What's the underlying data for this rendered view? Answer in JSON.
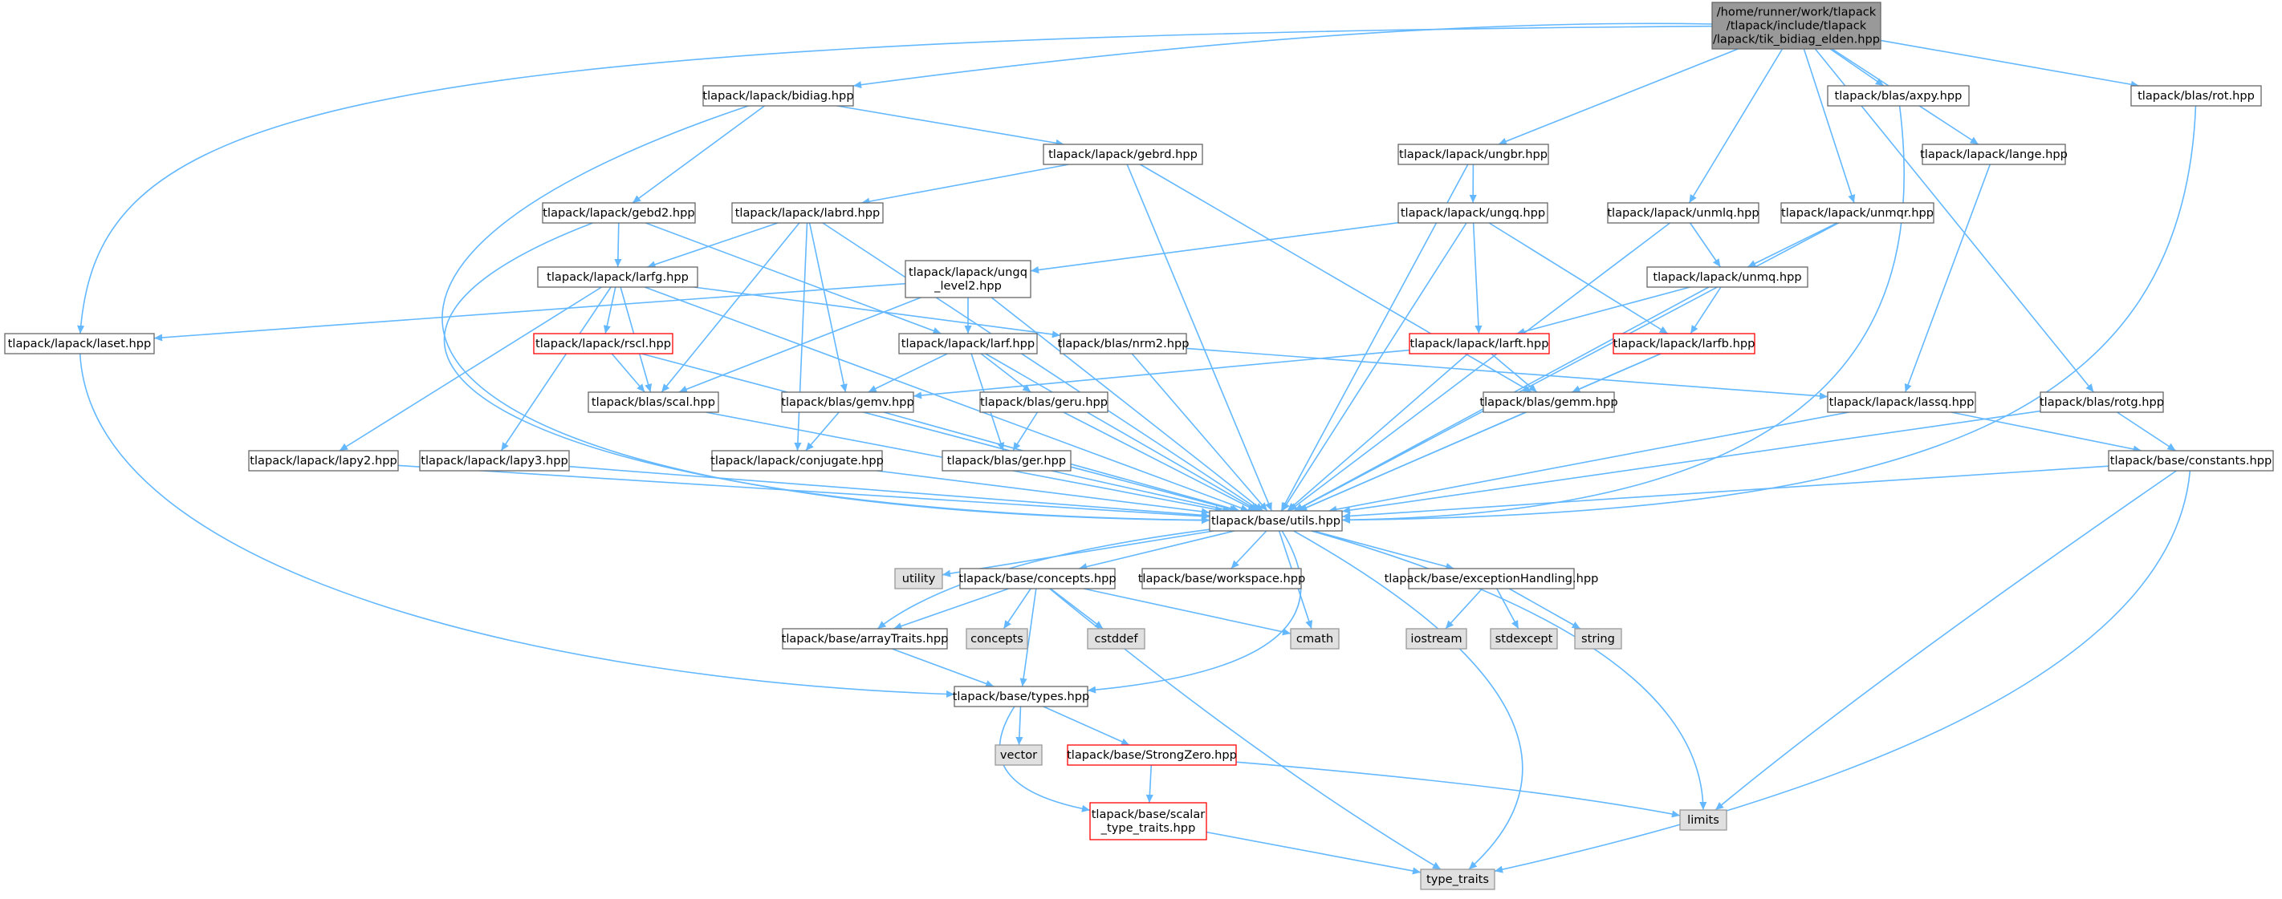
{
  "colors": {
    "edge": "#63b8ff",
    "node_border": "#666666",
    "node_fill": "#ffffff",
    "root_fill": "#999999",
    "system_fill": "#e0e0e0",
    "system_border": "#999999",
    "warning_border": "#ff0000"
  },
  "nodes": [
    {
      "id": "root",
      "lines": [
        "/home/runner/work/tlapack",
        "/tlapack/include/tlapack",
        "/lapack/tik_bidiag_elden.hpp"
      ],
      "kind": "root"
    },
    {
      "id": "bidiag",
      "lines": [
        "tlapack/lapack/bidiag.hpp"
      ],
      "kind": "normal"
    },
    {
      "id": "axpy",
      "lines": [
        "tlapack/blas/axpy.hpp"
      ],
      "kind": "normal"
    },
    {
      "id": "rot",
      "lines": [
        "tlapack/blas/rot.hpp"
      ],
      "kind": "normal"
    },
    {
      "id": "gebrd",
      "lines": [
        "tlapack/lapack/gebrd.hpp"
      ],
      "kind": "normal"
    },
    {
      "id": "ungbr",
      "lines": [
        "tlapack/lapack/ungbr.hpp"
      ],
      "kind": "normal"
    },
    {
      "id": "lange",
      "lines": [
        "tlapack/lapack/lange.hpp"
      ],
      "kind": "normal"
    },
    {
      "id": "gebd2",
      "lines": [
        "tlapack/lapack/gebd2.hpp"
      ],
      "kind": "normal"
    },
    {
      "id": "labrd",
      "lines": [
        "tlapack/lapack/labrd.hpp"
      ],
      "kind": "normal"
    },
    {
      "id": "ungq",
      "lines": [
        "tlapack/lapack/ungq.hpp"
      ],
      "kind": "normal"
    },
    {
      "id": "unmlq",
      "lines": [
        "tlapack/lapack/unmlq.hpp"
      ],
      "kind": "normal"
    },
    {
      "id": "unmqr",
      "lines": [
        "tlapack/lapack/unmqr.hpp"
      ],
      "kind": "normal"
    },
    {
      "id": "larfg",
      "lines": [
        "tlapack/lapack/larfg.hpp"
      ],
      "kind": "normal"
    },
    {
      "id": "ungq_level2",
      "lines": [
        "tlapack/lapack/ungq",
        "_level2.hpp"
      ],
      "kind": "normal"
    },
    {
      "id": "unmq",
      "lines": [
        "tlapack/lapack/unmq.hpp"
      ],
      "kind": "normal"
    },
    {
      "id": "laset",
      "lines": [
        "tlapack/lapack/laset.hpp"
      ],
      "kind": "normal"
    },
    {
      "id": "rscl",
      "lines": [
        "tlapack/lapack/rscl.hpp"
      ],
      "kind": "red"
    },
    {
      "id": "larf",
      "lines": [
        "tlapack/lapack/larf.hpp"
      ],
      "kind": "normal"
    },
    {
      "id": "nrm2",
      "lines": [
        "tlapack/blas/nrm2.hpp"
      ],
      "kind": "normal"
    },
    {
      "id": "larft",
      "lines": [
        "tlapack/lapack/larft.hpp"
      ],
      "kind": "red"
    },
    {
      "id": "larfb",
      "lines": [
        "tlapack/lapack/larfb.hpp"
      ],
      "kind": "red"
    },
    {
      "id": "scal",
      "lines": [
        "tlapack/blas/scal.hpp"
      ],
      "kind": "normal"
    },
    {
      "id": "gemv",
      "lines": [
        "tlapack/blas/gemv.hpp"
      ],
      "kind": "normal"
    },
    {
      "id": "geru",
      "lines": [
        "tlapack/blas/geru.hpp"
      ],
      "kind": "normal"
    },
    {
      "id": "gemm",
      "lines": [
        "tlapack/blas/gemm.hpp"
      ],
      "kind": "normal"
    },
    {
      "id": "lassq",
      "lines": [
        "tlapack/lapack/lassq.hpp"
      ],
      "kind": "normal"
    },
    {
      "id": "rotg",
      "lines": [
        "tlapack/blas/rotg.hpp"
      ],
      "kind": "normal"
    },
    {
      "id": "lapy2",
      "lines": [
        "tlapack/lapack/lapy2.hpp"
      ],
      "kind": "normal"
    },
    {
      "id": "lapy3",
      "lines": [
        "tlapack/lapack/lapy3.hpp"
      ],
      "kind": "normal"
    },
    {
      "id": "conjugate",
      "lines": [
        "tlapack/lapack/conjugate.hpp"
      ],
      "kind": "normal"
    },
    {
      "id": "ger",
      "lines": [
        "tlapack/blas/ger.hpp"
      ],
      "kind": "normal"
    },
    {
      "id": "constants",
      "lines": [
        "tlapack/base/constants.hpp"
      ],
      "kind": "normal"
    },
    {
      "id": "utils",
      "lines": [
        "tlapack/base/utils.hpp"
      ],
      "kind": "normal"
    },
    {
      "id": "utility",
      "lines": [
        "utility"
      ],
      "kind": "system"
    },
    {
      "id": "concepts_hpp",
      "lines": [
        "tlapack/base/concepts.hpp"
      ],
      "kind": "normal"
    },
    {
      "id": "workspace",
      "lines": [
        "tlapack/base/workspace.hpp"
      ],
      "kind": "normal"
    },
    {
      "id": "exception",
      "lines": [
        "tlapack/base/exceptionHandling.hpp"
      ],
      "kind": "normal"
    },
    {
      "id": "arraytraits",
      "lines": [
        "tlapack/base/arrayTraits.hpp"
      ],
      "kind": "normal"
    },
    {
      "id": "concepts",
      "lines": [
        "concepts"
      ],
      "kind": "system"
    },
    {
      "id": "cstddef",
      "lines": [
        "cstddef"
      ],
      "kind": "system"
    },
    {
      "id": "cmath",
      "lines": [
        "cmath"
      ],
      "kind": "system"
    },
    {
      "id": "iostream",
      "lines": [
        "iostream"
      ],
      "kind": "system"
    },
    {
      "id": "stdexcept",
      "lines": [
        "stdexcept"
      ],
      "kind": "system"
    },
    {
      "id": "string",
      "lines": [
        "string"
      ],
      "kind": "system"
    },
    {
      "id": "types",
      "lines": [
        "tlapack/base/types.hpp"
      ],
      "kind": "normal"
    },
    {
      "id": "vector",
      "lines": [
        "vector"
      ],
      "kind": "system"
    },
    {
      "id": "strongzero",
      "lines": [
        "tlapack/base/StrongZero.hpp"
      ],
      "kind": "red"
    },
    {
      "id": "scalar_traits",
      "lines": [
        "tlapack/base/scalar",
        "_type_traits.hpp"
      ],
      "kind": "red"
    },
    {
      "id": "limits",
      "lines": [
        "limits"
      ],
      "kind": "system"
    },
    {
      "id": "type_traits",
      "lines": [
        "type_traits"
      ],
      "kind": "system"
    }
  ],
  "edges": [
    [
      "root",
      "bidiag"
    ],
    [
      "root",
      "axpy"
    ],
    [
      "root",
      "rot"
    ],
    [
      "root",
      "ungbr"
    ],
    [
      "root",
      "lange"
    ],
    [
      "root",
      "unmlq"
    ],
    [
      "root",
      "unmqr"
    ],
    [
      "root",
      "laset"
    ],
    [
      "root",
      "rotg"
    ],
    [
      "bidiag",
      "gebrd"
    ],
    [
      "bidiag",
      "gebd2"
    ],
    [
      "bidiag",
      "utils"
    ],
    [
      "gebrd",
      "labrd"
    ],
    [
      "gebrd",
      "utils"
    ],
    [
      "gebrd",
      "gemm"
    ],
    [
      "gebd2",
      "larfg"
    ],
    [
      "gebd2",
      "larf"
    ],
    [
      "gebd2",
      "utils"
    ],
    [
      "labrd",
      "larfg"
    ],
    [
      "labrd",
      "gemv"
    ],
    [
      "labrd",
      "scal"
    ],
    [
      "labrd",
      "conjugate"
    ],
    [
      "labrd",
      "utils"
    ],
    [
      "ungbr",
      "ungq"
    ],
    [
      "ungbr",
      "utils"
    ],
    [
      "ungq",
      "ungq_level2"
    ],
    [
      "ungq",
      "larft"
    ],
    [
      "ungq",
      "larfb"
    ],
    [
      "ungq",
      "utils"
    ],
    [
      "ungq_level2",
      "larf"
    ],
    [
      "ungq_level2",
      "scal"
    ],
    [
      "ungq_level2",
      "laset"
    ],
    [
      "ungq_level2",
      "utils"
    ],
    [
      "unmlq",
      "unmq"
    ],
    [
      "unmlq",
      "utils"
    ],
    [
      "unmqr",
      "unmq"
    ],
    [
      "unmqr",
      "utils"
    ],
    [
      "unmq",
      "larft"
    ],
    [
      "unmq",
      "larfb"
    ],
    [
      "unmq",
      "utils"
    ],
    [
      "larfg",
      "rscl"
    ],
    [
      "larfg",
      "scal"
    ],
    [
      "larfg",
      "nrm2"
    ],
    [
      "larfg",
      "lapy2"
    ],
    [
      "larfg",
      "lapy3"
    ],
    [
      "larfg",
      "utils"
    ],
    [
      "rscl",
      "scal"
    ],
    [
      "rscl",
      "utils"
    ],
    [
      "larf",
      "gemv"
    ],
    [
      "larf",
      "geru"
    ],
    [
      "larf",
      "ger"
    ],
    [
      "larf",
      "utils"
    ],
    [
      "nrm2",
      "lassq"
    ],
    [
      "nrm2",
      "utils"
    ],
    [
      "larft",
      "gemv"
    ],
    [
      "larft",
      "gemm"
    ],
    [
      "larft",
      "utils"
    ],
    [
      "larfb",
      "gemm"
    ],
    [
      "larfb",
      "utils"
    ],
    [
      "scal",
      "utils"
    ],
    [
      "gemv",
      "conjugate"
    ],
    [
      "gemv",
      "utils"
    ],
    [
      "geru",
      "ger"
    ],
    [
      "geru",
      "utils"
    ],
    [
      "gemm",
      "utils"
    ],
    [
      "lassq",
      "constants"
    ],
    [
      "lassq",
      "utils"
    ],
    [
      "rotg",
      "constants"
    ],
    [
      "rotg",
      "utils"
    ],
    [
      "rot",
      "utils"
    ],
    [
      "axpy",
      "utils"
    ],
    [
      "lange",
      "lassq"
    ],
    [
      "laset",
      "types"
    ],
    [
      "lapy2",
      "utils"
    ],
    [
      "lapy3",
      "utils"
    ],
    [
      "conjugate",
      "utils"
    ],
    [
      "ger",
      "utils"
    ],
    [
      "constants",
      "utils"
    ],
    [
      "constants",
      "limits"
    ],
    [
      "constants",
      "type_traits"
    ],
    [
      "utils",
      "utility"
    ],
    [
      "utils",
      "concepts_hpp"
    ],
    [
      "utils",
      "workspace"
    ],
    [
      "utils",
      "exception"
    ],
    [
      "utils",
      "arraytraits"
    ],
    [
      "utils",
      "cmath"
    ],
    [
      "utils",
      "types"
    ],
    [
      "utils",
      "limits"
    ],
    [
      "utils",
      "type_traits"
    ],
    [
      "concepts_hpp",
      "arraytraits"
    ],
    [
      "concepts_hpp",
      "concepts"
    ],
    [
      "concepts_hpp",
      "cstddef"
    ],
    [
      "concepts_hpp",
      "cmath"
    ],
    [
      "concepts_hpp",
      "types"
    ],
    [
      "concepts_hpp",
      "type_traits"
    ],
    [
      "exception",
      "iostream"
    ],
    [
      "exception",
      "stdexcept"
    ],
    [
      "exception",
      "string"
    ],
    [
      "arraytraits",
      "types"
    ],
    [
      "types",
      "vector"
    ],
    [
      "types",
      "strongzero"
    ],
    [
      "types",
      "scalar_traits"
    ],
    [
      "strongzero",
      "scalar_traits"
    ],
    [
      "strongzero",
      "limits"
    ],
    [
      "scalar_traits",
      "type_traits"
    ]
  ]
}
